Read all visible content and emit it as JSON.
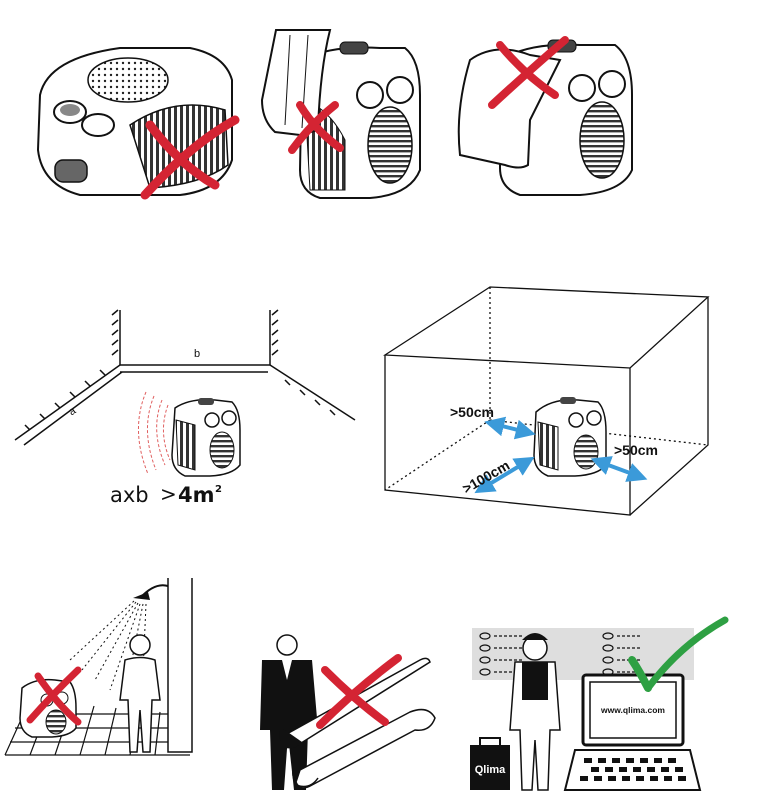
{
  "room": {
    "label_b": "b",
    "label_a": "a",
    "formula_prefix": "axb",
    "formula_op": ">",
    "formula_value": "4m",
    "formula_sup": "2"
  },
  "clearance": {
    "left": ">50cm",
    "front": ">100cm",
    "right": ">50cm"
  },
  "service": {
    "brand": "Qlima",
    "website": "www.qlima.com"
  },
  "colors": {
    "cross": "#d42433",
    "check": "#2ea043",
    "arrow": "#3b9ad9",
    "wave": "#e06060"
  }
}
